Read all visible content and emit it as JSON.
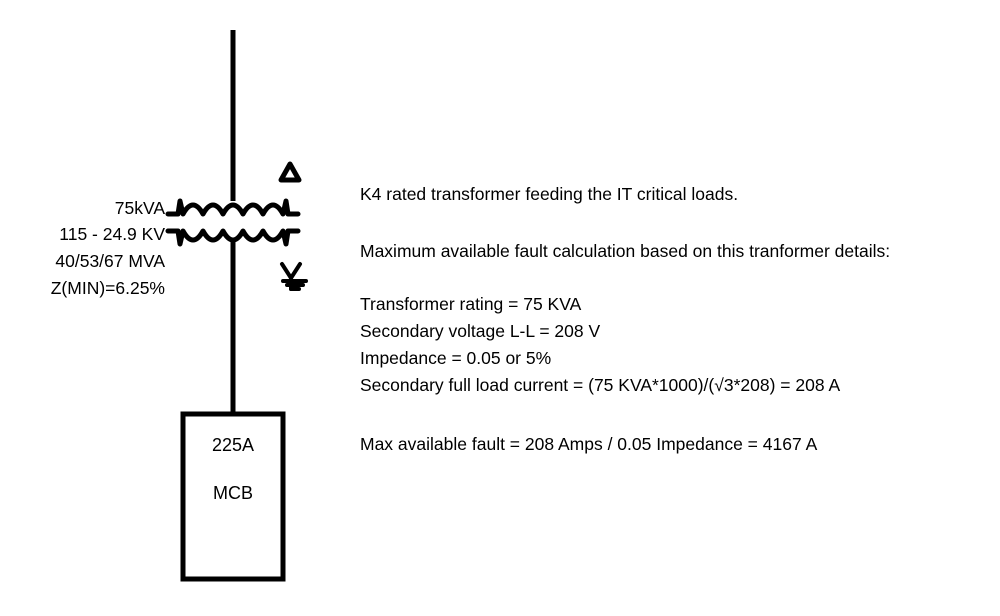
{
  "transformer": {
    "rating": "75kVA",
    "voltage": "115 - 24.9 KV",
    "mva": "40/53/67 MVA",
    "impedance": "Z(MIN)=6.25%"
  },
  "breaker": {
    "rating": "225A",
    "type": "MCB"
  },
  "notes": {
    "description": "K4 rated transformer feeding the IT critical loads.",
    "fault_intro": "Maximum available fault calculation based on this tranformer details:",
    "rating_line": "Transformer rating = 75 KVA",
    "voltage_line": "Secondary voltage L-L = 208 V",
    "impedance_line": "Impedance = 0.05 or 5%",
    "current_line": "Secondary full load current = (75 KVA*1000)/(√3*208) = 208 A",
    "fault_line": "Max available fault = 208 Amps / 0.05 Impedance = 4167 A"
  },
  "symbols": {
    "primary_winding": "delta-symbol",
    "secondary_winding": "grounded-wye-symbol"
  }
}
